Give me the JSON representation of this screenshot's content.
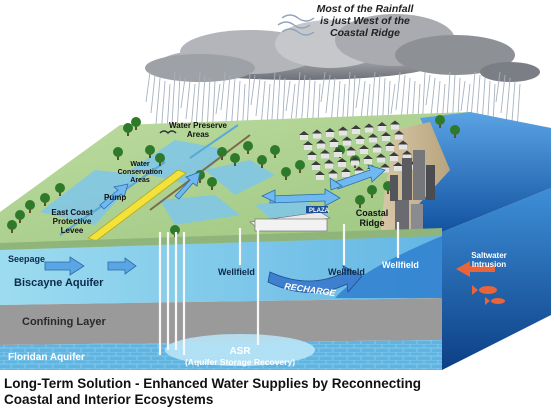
{
  "colors": {
    "sky": "#ffffff",
    "cloud": "#8a8c90",
    "rain": "#9aa7b4",
    "land_top": "#a9cf8c",
    "aquifer_biscayne": "#8fd6ea",
    "confining_layer": "#9a9a9a",
    "floridan_aquifer": "#5bb3e0",
    "ocean": "#1e73c8",
    "arrow_blue": "#6fb8f0",
    "levee_yellow": "#f2e23a",
    "label_white": "#ffffff",
    "fish": "#e8643a"
  },
  "labels": {
    "rainfall_note_line1": "Most of the Rainfall",
    "rainfall_note_line2": "is just West of the",
    "rainfall_note_line3": "Coastal Ridge",
    "water_preserve_areas_line1": "Water Preserve",
    "water_preserve_areas_line2": "Areas",
    "water_conservation_line1": "Water",
    "water_conservation_line2": "Conservation",
    "water_conservation_line3": "Areas",
    "pump": "Pump",
    "east_coast_levee_line1": "East Coast",
    "east_coast_levee_line2": "Protective",
    "east_coast_levee_line3": "Levee",
    "plaza_sign": "PLAZA",
    "coastal_ridge_line1": "Coastal",
    "coastal_ridge_line2": "Ridge",
    "seepage": "Seepage",
    "biscayne_aquifer": "Biscayne Aquifer",
    "wellfield_1": "Wellfield",
    "wellfield_2": "Wellfield",
    "wellfield_3": "Wellfield",
    "recharge": "RECHARGE",
    "saltwater_intrusion_line1": "Saltwater",
    "saltwater_intrusion_line2": "Intrusion",
    "confining_layer": "Confining Layer",
    "floridan_aquifer": "Floridan Aquifer",
    "asr_line1": "ASR",
    "asr_line2": "(Aquifer Storage Recovery)"
  },
  "caption": {
    "line1": "Long-Term Solution - Enhanced Water Supplies by Reconnecting",
    "line2": "Coastal and Interior Ecosystems"
  }
}
